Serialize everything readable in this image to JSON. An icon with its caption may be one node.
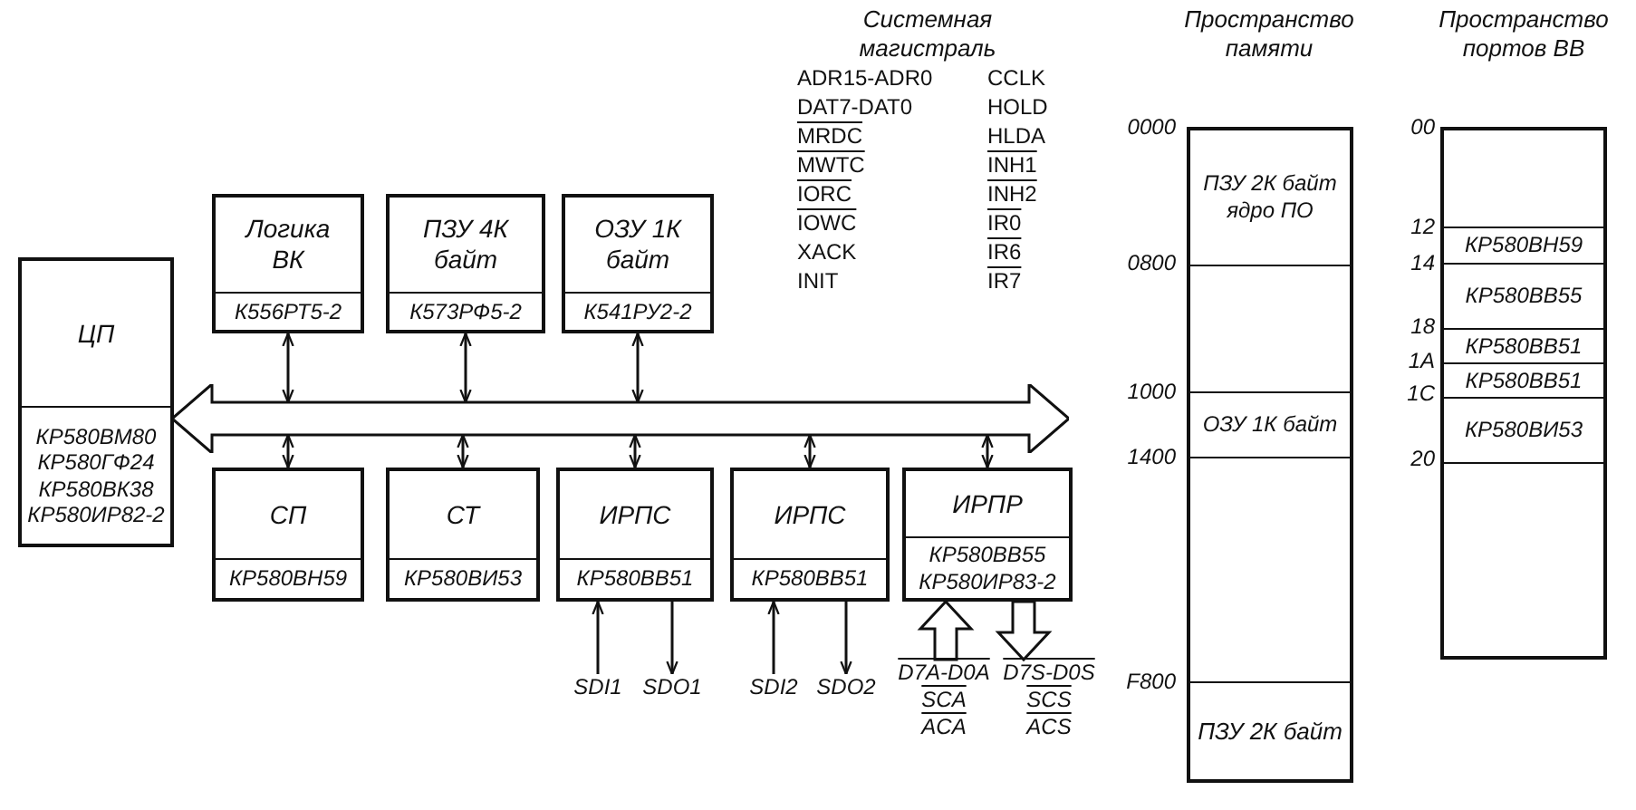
{
  "diagram": {
    "nodes": [
      {
        "text": [
          "ЦП",
          "КР580ВМ80 КР580ГФ24 КР580ВК38 КР580ИР82-2"
        ]
      },
      {
        "text": [
          "Логика ВК",
          "К556РТ5-2"
        ]
      },
      {
        "text": [
          "ПЗУ 4К байт",
          "К573РФ5-2"
        ]
      },
      {
        "text": [
          "ОЗУ 1К байт",
          "К541РУ2-2"
        ]
      },
      {
        "text": [],
        "shape": "bar"
      },
      {
        "text": [
          "СП",
          "КР580ВН59"
        ]
      },
      {
        "text": [
          "СТ",
          "КР580ВИ53"
        ]
      },
      {
        "text": [
          "ИРПС",
          "КР580ВВ51"
        ]
      },
      {
        "text": [
          "ИРПС",
          "КР580ВВ51"
        ]
      },
      {
        "text": [
          "ИРПР",
          "КР580ВВ55 КР580ИР83-2"
        ]
      },
      {
        "text": [
          "SDI1"
        ]
      },
      {
        "text": [
          "SDO1"
        ]
      },
      {
        "text": [
          "SDI2"
        ]
      },
      {
        "text": [
          "SDO2"
        ]
      },
      {
        "text": [
          "D7A-D0A",
          "SCA",
          "ACA"
        ]
      },
      {
        "text": [
          "D7S-D0S",
          "SCS",
          "ACS"
        ]
      },
      {
        "text": [],
        "shape": "box"
      },
      {
        "text": [
          "ПЗУ 2К байт ядро ПО"
        ],
        "in": 16
      },
      {
        "text": [
          "ОЗУ 1К байт"
        ],
        "in": 16
      },
      {
        "text": [
          "ПЗУ 2К байт"
        ],
        "in": 16
      },
      {
        "text": [],
        "shape": "box"
      },
      {
        "text": [
          "КР580ВН59"
        ],
        "in": 20
      },
      {
        "text": [
          "КР580ВВ55"
        ],
        "in": 20
      },
      {
        "text": [
          "КР580ВВ51"
        ],
        "in": 20
      },
      {
        "text": [
          "КР580ВВ51"
        ],
        "in": 20
      },
      {
        "text": [
          "КР580ВИ53"
        ],
        "in": 20
      }
    ],
    "edges": [
      {
        "from": 1,
        "to": 4,
        "arrow": "both"
      },
      {
        "from": 2,
        "to": 4,
        "arrow": "both"
      },
      {
        "from": 3,
        "to": 4,
        "arrow": "both"
      },
      {
        "from": 4,
        "to": 5,
        "arrow": "both"
      },
      {
        "from": 4,
        "to": 6,
        "arrow": "both"
      },
      {
        "from": 4,
        "to": 7,
        "arrow": "both"
      },
      {
        "from": 4,
        "to": 8,
        "arrow": "both"
      },
      {
        "from": 4,
        "to": 9,
        "arrow": "both"
      },
      {
        "from": 10,
        "to": 7,
        "arrow": "to"
      },
      {
        "from": 7,
        "to": 11,
        "arrow": "to"
      },
      {
        "from": 12,
        "to": 8,
        "arrow": "to"
      },
      {
        "from": 8,
        "to": 13,
        "arrow": "to"
      },
      {
        "from": 14,
        "to": 9,
        "arrow": "to",
        "style": "thick"
      },
      {
        "from": 9,
        "to": 15,
        "arrow": "to",
        "style": "thick"
      }
    ],
    "labels": [
      "Системная магистраль",
      "ADR15-ADR0",
      "CCLK",
      "DAT7-DAT0",
      "HOLD",
      "MRDC",
      "HLDA",
      "MWTC",
      "INH1",
      "IORC",
      "INH2",
      "IOWC",
      "IR0",
      "XACK",
      "IR6",
      "INIT",
      "IR7",
      "Пространство памяти",
      "Пространство портов ВВ",
      "0000",
      "0800",
      "1000",
      "1400",
      "F800",
      "00",
      "12",
      "14",
      "18",
      "1A",
      "1C",
      "20"
    ]
  }
}
